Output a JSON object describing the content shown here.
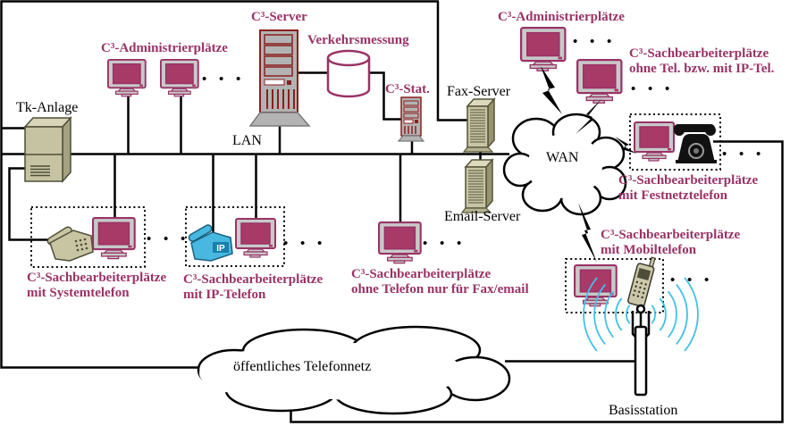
{
  "colors": {
    "label_accent": "#993366",
    "label_default": "#000000",
    "monitor_screen": "#A83A68",
    "monitor_body": "#C9C9C9",
    "server_tan": "#C8C5A3",
    "server_gray": "#B3B3B3",
    "server_red": "#8B1F1F",
    "ip_phone_blue": "#49B8E0",
    "rotary_phone_black": "#111111",
    "radio_waves": "#44C0EA",
    "line_black": "#000000"
  },
  "nodes": {
    "tk_anlage": {
      "label": "Tk-Anlage"
    },
    "admin_left": {
      "label": "C³-Administrierplätze"
    },
    "c3_server": {
      "label": "C³-Server"
    },
    "verkehrsmessung": {
      "label": "Verkehrsmessung"
    },
    "c3_stat": {
      "label": "C³-Stat."
    },
    "lan": {
      "label": "LAN"
    },
    "fax_server": {
      "label": "Fax-Server"
    },
    "email_server": {
      "label": "Email-Server"
    },
    "wan": {
      "label": "WAN"
    },
    "admin_right": {
      "label": "C³-Administrierplätze"
    },
    "sb_remote_ip": {
      "line1": "C³-Sachbearbeiterplätze",
      "line2": "ohne Tel. bzw. mit IP-Tel."
    },
    "sb_festnetz": {
      "line1": "C³-Sachbearbeiterplätze",
      "line2": "mit Festnetztelefon"
    },
    "sb_mobil": {
      "line1": "C³-Sachbearbeiterplätze",
      "line2": "mit Mobiltelefon"
    },
    "sb_system": {
      "line1": "C³-Sachbearbeiterplätze",
      "line2": "mit Systemtelefon"
    },
    "sb_ip": {
      "line1": "C³-Sachbearbeiterplätze",
      "line2": "mit IP-Telefon"
    },
    "sb_fax_email": {
      "line1": "C³-Sachbearbeiterplätze",
      "line2": "ohne Telefon nur für Fax/email"
    },
    "telefonnetz": {
      "label": "öffentliches Telefonnetz"
    },
    "basisstation": {
      "label": "Basisstation"
    },
    "ip_phone": {
      "badge": "IP"
    }
  },
  "misc": {
    "ellipsis": "• • •"
  }
}
